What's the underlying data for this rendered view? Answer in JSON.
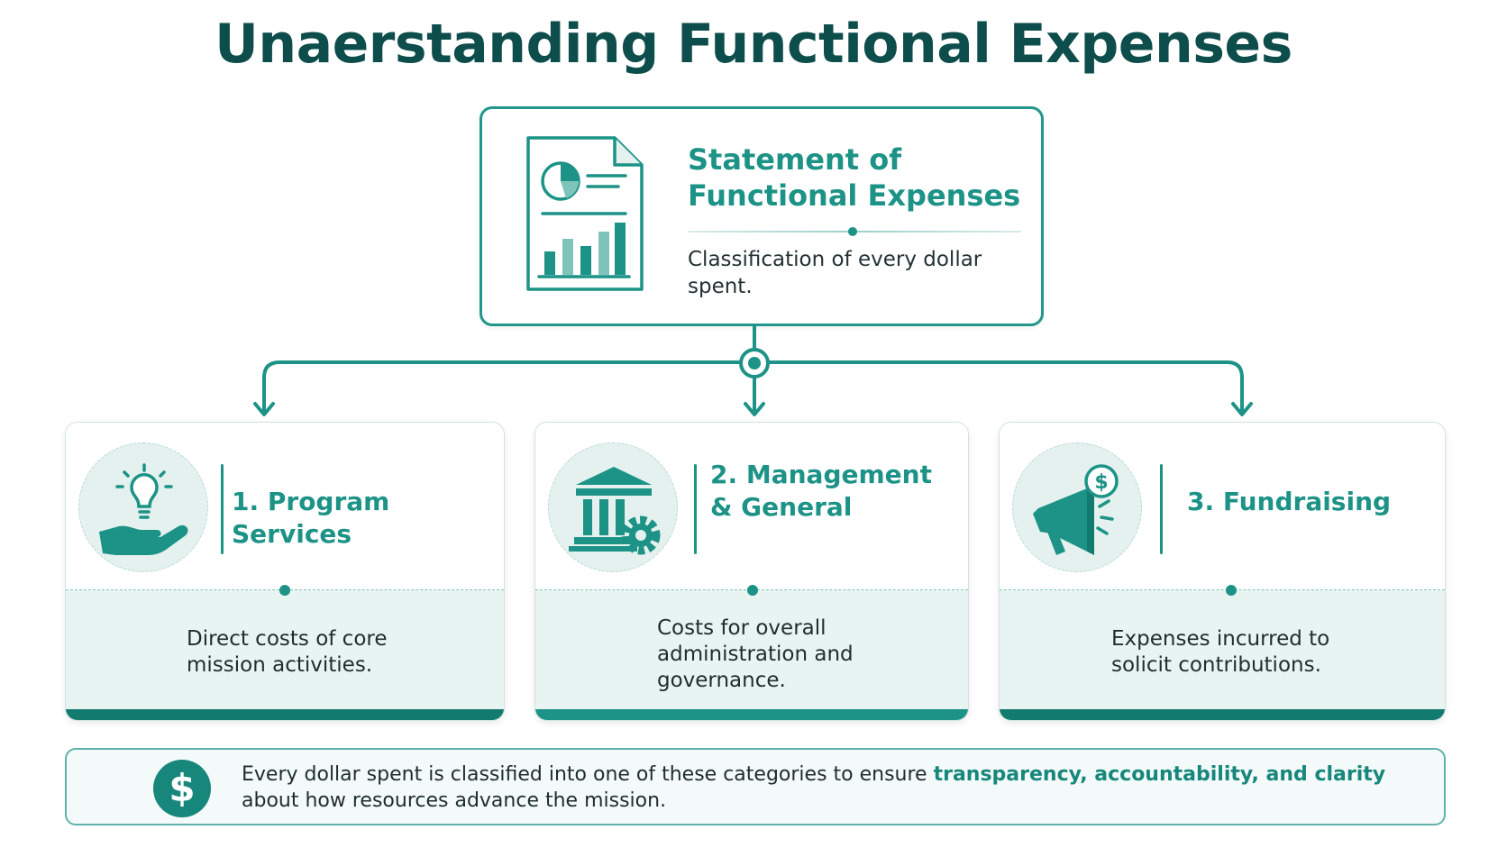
{
  "title": "Unaerstanding Functional Expenses",
  "top": {
    "heading": "Statement of\nFunctional Expenses",
    "subtitle": "Classification of every dollar spent.",
    "icon": "document-chart-icon"
  },
  "categories": [
    {
      "heading": "1. Program Services",
      "description": "Direct costs of core mission activities.",
      "icon": "lightbulb-hand-icon"
    },
    {
      "heading": "2. Management\n   & General",
      "description": "Costs for overall administration and governance.",
      "icon": "building-gear-icon"
    },
    {
      "heading": "3. Fundraising",
      "description": "Expenses incurred to solicit contributions.",
      "icon": "megaphone-dollar-icon"
    }
  ],
  "footer": {
    "icon_symbol": "$",
    "text_before": "Every dollar spent is classified into one of these categories to ensure ",
    "highlight": "transparency, accountability, and clarity",
    "text_after": " about how resources advance the mission."
  },
  "colors": {
    "primary": "#1c9386",
    "dark": "#0d4d4b",
    "bar": "#137a70",
    "light": "#e8f4f2"
  }
}
